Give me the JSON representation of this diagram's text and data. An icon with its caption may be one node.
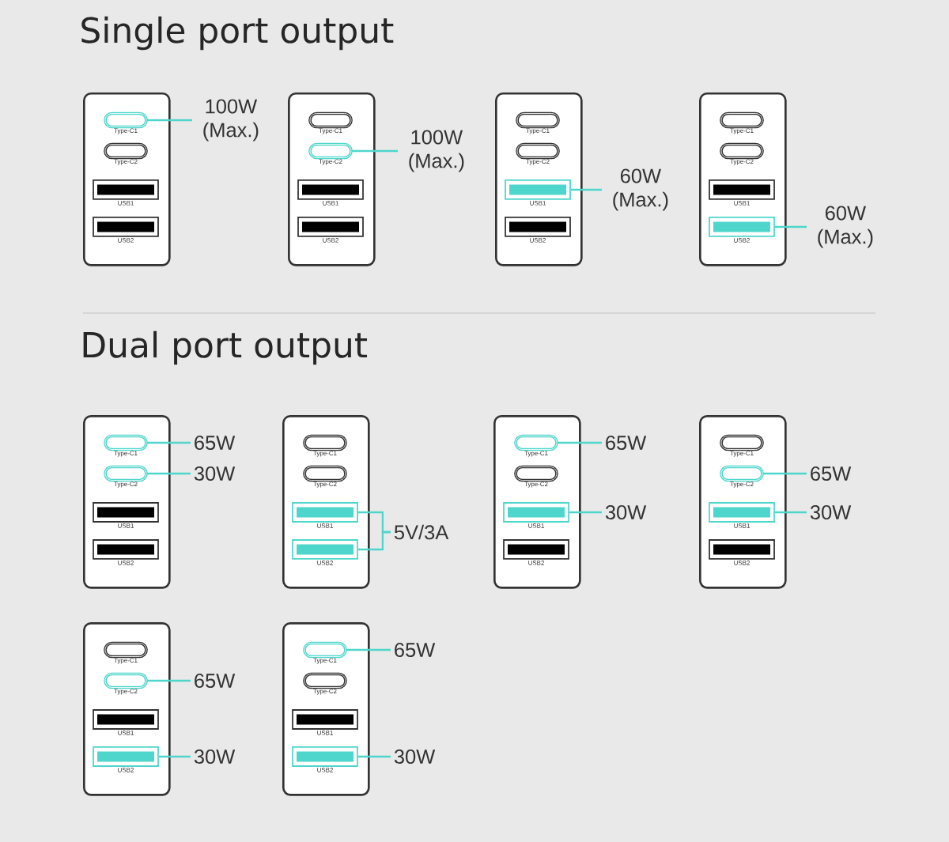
{
  "diagram": {
    "nodes": [
      {
        "text": [],
        "shape": "box"
      },
      {
        "text": [
          "Type-C1"
        ],
        "in": 0
      },
      {
        "text": [
          "Type-C2"
        ],
        "in": 0
      },
      {
        "text": [
          "USB1"
        ],
        "in": 0
      },
      {
        "text": [
          "USB2"
        ],
        "in": 0
      },
      {
        "text": [
          "100W (Max.)"
        ]
      },
      {
        "text": [],
        "shape": "box"
      },
      {
        "text": [
          "Type-C1"
        ],
        "in": 6
      },
      {
        "text": [
          "Type-C2"
        ],
        "in": 6
      },
      {
        "text": [
          "USB1"
        ],
        "in": 6
      },
      {
        "text": [
          "USB2"
        ],
        "in": 6
      },
      {
        "text": [
          "100W (Max.)"
        ]
      },
      {
        "text": [],
        "shape": "box"
      },
      {
        "text": [
          "Type-C1"
        ],
        "in": 12
      },
      {
        "text": [
          "Type-C2"
        ],
        "in": 12
      },
      {
        "text": [
          "USB1"
        ],
        "in": 12
      },
      {
        "text": [
          "USB2"
        ],
        "in": 12
      },
      {
        "text": [
          "60W (Max.)"
        ]
      },
      {
        "text": [],
        "shape": "box"
      },
      {
        "text": [
          "Type-C1"
        ],
        "in": 18
      },
      {
        "text": [
          "Type-C2"
        ],
        "in": 18
      },
      {
        "text": [
          "USB1"
        ],
        "in": 18
      },
      {
        "text": [
          "USB2"
        ],
        "in": 18
      },
      {
        "text": [
          "60W (Max.)"
        ]
      },
      {
        "text": [],
        "shape": "box"
      },
      {
        "text": [
          "Type-C1"
        ],
        "in": 24
      },
      {
        "text": [
          "Type-C2"
        ],
        "in": 24
      },
      {
        "text": [
          "USB1"
        ],
        "in": 24
      },
      {
        "text": [
          "USB2"
        ],
        "in": 24
      },
      {
        "text": [
          "65W"
        ]
      },
      {
        "text": [
          "30W"
        ]
      },
      {
        "text": [],
        "shape": "box"
      },
      {
        "text": [
          "Type-C1"
        ],
        "in": 31
      },
      {
        "text": [
          "Type-C2"
        ],
        "in": 31
      },
      {
        "text": [
          "USB1"
        ],
        "in": 31
      },
      {
        "text": [
          "USB2"
        ],
        "in": 31
      },
      {
        "text": [
          "5V/3A"
        ]
      },
      {
        "text": [],
        "shape": "box"
      },
      {
        "text": [
          "Type-C1"
        ],
        "in": 37
      },
      {
        "text": [
          "Type-C2"
        ],
        "in": 37
      },
      {
        "text": [
          "USB1"
        ],
        "in": 37
      },
      {
        "text": [
          "USB2"
        ],
        "in": 37
      },
      {
        "text": [
          "65W"
        ]
      },
      {
        "text": [
          "30W"
        ]
      },
      {
        "text": [],
        "shape": "box"
      },
      {
        "text": [
          "Type-C1"
        ],
        "in": 44
      },
      {
        "text": [
          "Type-C2"
        ],
        "in": 44
      },
      {
        "text": [
          "USB1"
        ],
        "in": 44
      },
      {
        "text": [
          "USB2"
        ],
        "in": 44
      },
      {
        "text": [
          "65W"
        ]
      },
      {
        "text": [
          "30W"
        ]
      },
      {
        "text": [],
        "shape": "box"
      },
      {
        "text": [
          "Type-C1"
        ],
        "in": 51
      },
      {
        "text": [
          "Type-C2"
        ],
        "in": 51
      },
      {
        "text": [
          "USB1"
        ],
        "in": 51
      },
      {
        "text": [
          "USB2"
        ],
        "in": 51
      },
      {
        "text": [
          "65W"
        ]
      },
      {
        "text": [
          "30W"
        ]
      },
      {
        "text": [],
        "shape": "box"
      },
      {
        "text": [
          "Type-C1"
        ],
        "in": 58
      },
      {
        "text": [
          "Type-C2"
        ],
        "in": 58
      },
      {
        "text": [
          "USB1"
        ],
        "in": 58
      },
      {
        "text": [
          "USB2"
        ],
        "in": 58
      },
      {
        "text": [
          "65W"
        ]
      },
      {
        "text": [
          "30W"
        ]
      }
    ],
    "edges": [
      {
        "from": 1,
        "to": 5,
        "arrow": "none"
      },
      {
        "from": 8,
        "to": 11,
        "arrow": "none"
      },
      {
        "from": 15,
        "to": 17,
        "arrow": "none"
      },
      {
        "from": 22,
        "to": 23,
        "arrow": "none"
      },
      {
        "from": 25,
        "to": 29,
        "arrow": "none"
      },
      {
        "from": 26,
        "to": 30,
        "arrow": "none"
      },
      {
        "from": 34,
        "to": 36,
        "arrow": "none"
      },
      {
        "from": 35,
        "to": 36,
        "arrow": "none"
      },
      {
        "from": 38,
        "to": 42,
        "arrow": "none"
      },
      {
        "from": 40,
        "to": 43,
        "arrow": "none"
      },
      {
        "from": 46,
        "to": 49,
        "arrow": "none"
      },
      {
        "from": 47,
        "to": 50,
        "arrow": "none"
      },
      {
        "from": 53,
        "to": 56,
        "arrow": "none"
      },
      {
        "from": 55,
        "to": 57,
        "arrow": "none"
      },
      {
        "from": 59,
        "to": 63,
        "arrow": "none"
      },
      {
        "from": 62,
        "to": 64,
        "arrow": "none"
      }
    ],
    "labels": [
      "Single port output",
      "Dual port output"
    ]
  }
}
